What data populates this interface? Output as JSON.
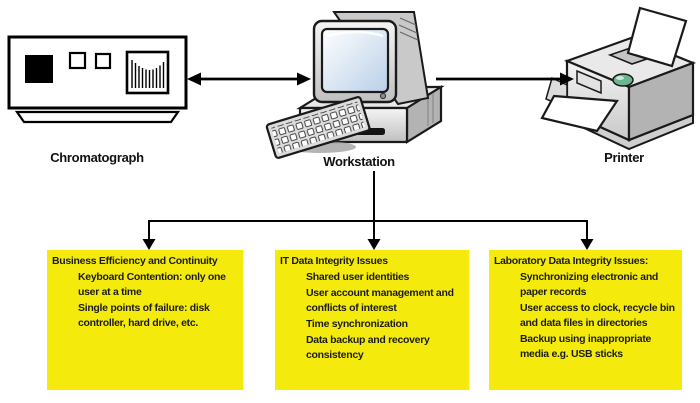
{
  "diagram": {
    "nodes": {
      "chromatograph": {
        "label": "Chromatograph",
        "icon": "chromatograph-icon"
      },
      "workstation": {
        "label": "Workstation",
        "icon": "desktop-computer-icon"
      },
      "printer": {
        "label": "Printer",
        "icon": "laser-printer-icon"
      }
    },
    "connections": [
      {
        "from": "chromatograph",
        "to": "workstation",
        "style": "double-arrow"
      },
      {
        "from": "workstation",
        "to": "printer",
        "style": "arrow"
      },
      {
        "from": "workstation",
        "to": [
          "box-business-efficiency",
          "box-it-data-integrity",
          "box-lab-data-integrity"
        ],
        "style": "branch-down-arrows"
      }
    ],
    "boxes": [
      {
        "id": "box-business-efficiency",
        "title": "Business Efficiency and Continuity",
        "items": [
          "Keyboard Contention: only one user at a time",
          "Single points of failure: disk controller, hard drive, etc."
        ]
      },
      {
        "id": "box-it-data-integrity",
        "title": "IT Data Integrity Issues",
        "items": [
          "Shared user identities",
          "User account management and conflicts of interest",
          "Time synchronization",
          "Data backup and recovery consistency"
        ]
      },
      {
        "id": "box-lab-data-integrity",
        "title": "Laboratory Data Integrity Issues:",
        "items": [
          "Synchronizing electronic and paper records",
          "User access to clock, recycle bin and data files in directories",
          "Backup using inappropriate media e.g. USB sticks"
        ]
      }
    ],
    "colors": {
      "box_fill": "#F4EB0C",
      "text": "#1C1C1C",
      "line": "#000000",
      "printer_button": "#6FB491",
      "screen_tint": "#BCD2E8"
    }
  }
}
